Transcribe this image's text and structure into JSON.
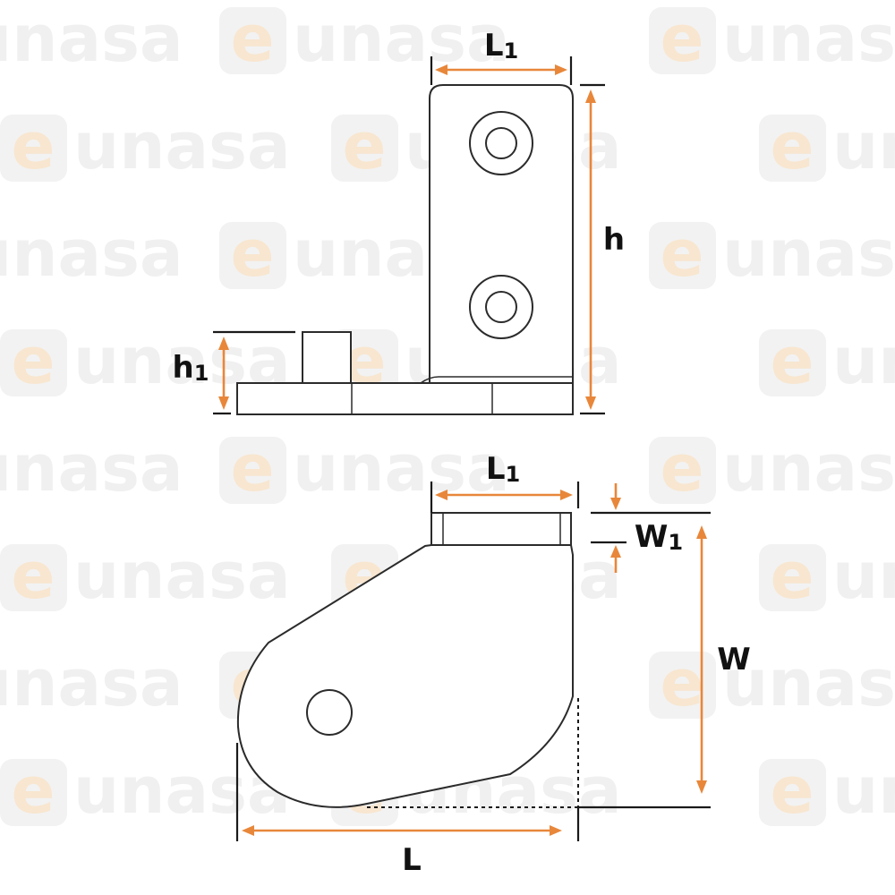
{
  "watermark": {
    "brand": "eunasa"
  },
  "labels": {
    "top_length": "L1",
    "height": "h",
    "pin_height": "h1",
    "bottom_length_top": "L1",
    "flange_width": "W1",
    "width": "W",
    "length": "L"
  },
  "colors": {
    "dimension": "#e8873a",
    "outline": "#2b2b2b",
    "watermark_text": "#f0f0f0",
    "watermark_e": "#f8e6d0"
  }
}
